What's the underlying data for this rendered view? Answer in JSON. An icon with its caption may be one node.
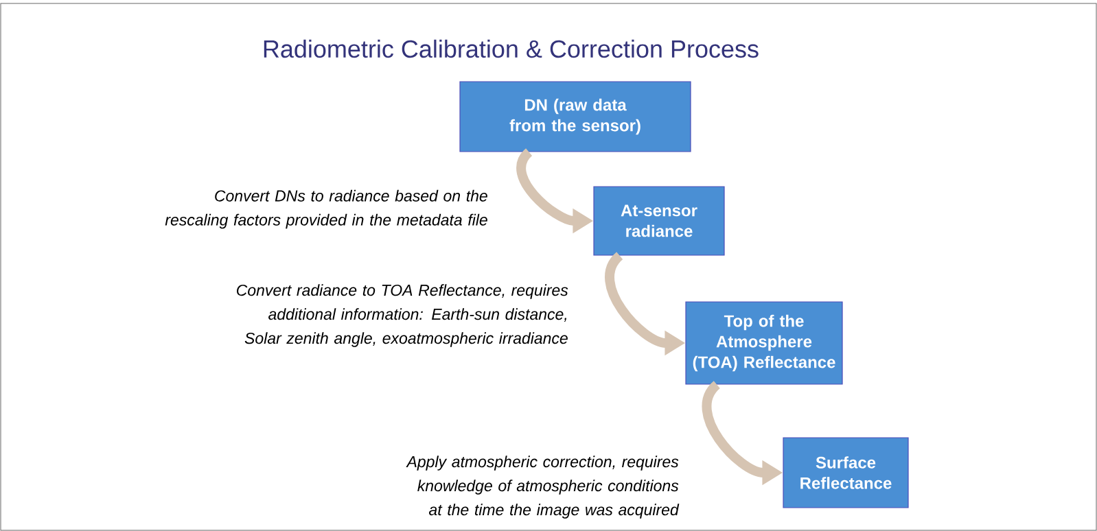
{
  "diagram": {
    "title": "Radiometric Calibration & Correction Process",
    "nodes": [
      {
        "text": [
          "DN (raw data from the sensor)"
        ]
      },
      {
        "text": [
          "At-sensor radiance"
        ]
      },
      {
        "text": [
          "Top of the Atmosphere (TOA) Reflectance"
        ]
      },
      {
        "text": [
          "Surface Reflectance"
        ]
      }
    ],
    "edges": [
      {
        "from": 0,
        "to": 1,
        "arrow": "to",
        "label": "Convert DNs to radiance based on the rescaling factors provided in the metadata file"
      },
      {
        "from": 1,
        "to": 2,
        "arrow": "to",
        "label": "Convert radiance to TOA Reflectance, requires additional information: Earth-sun distance, Solar zenith angle, exoatmospheric irradiance"
      },
      {
        "from": 2,
        "to": 3,
        "arrow": "to",
        "label": "Apply atmospheric correction, requires knowledge of atmospheric conditions at the time the image was acquired"
      }
    ]
  }
}
